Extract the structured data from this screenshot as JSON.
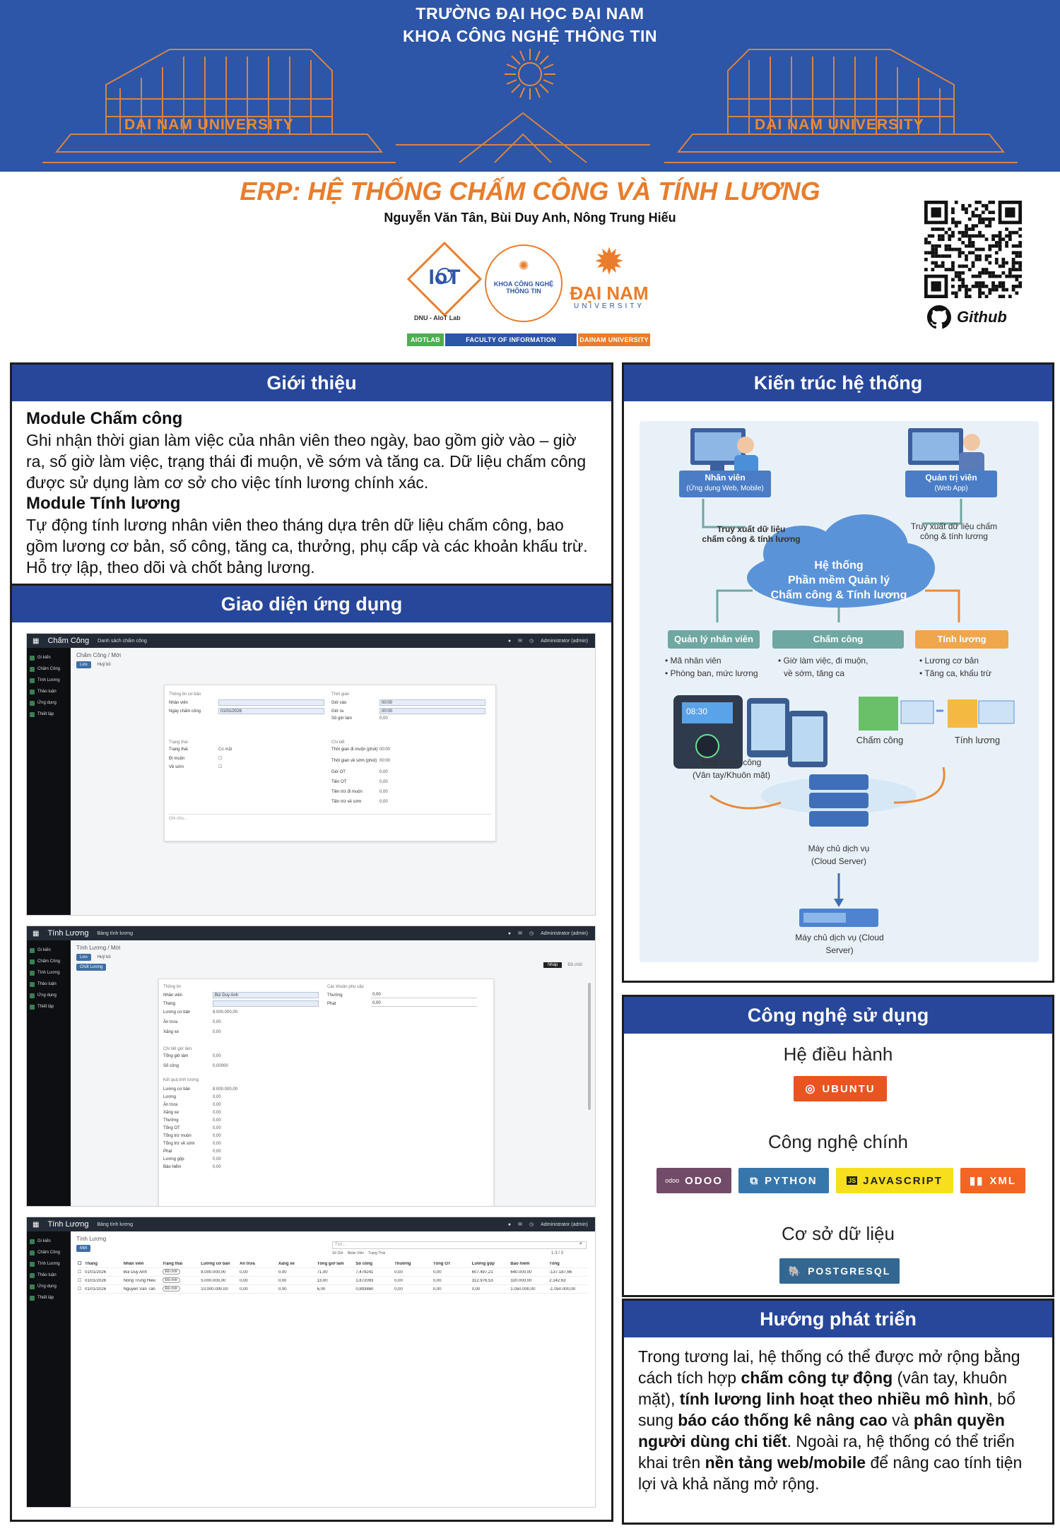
{
  "colors": {
    "banner_blue": "#2d55a8",
    "accent_orange": "#e97d2c",
    "panel_header_blue": "#27479a"
  },
  "header": {
    "school": "TRƯỜNG ĐẠI HỌC ĐẠI NAM",
    "faculty": "KHOA CÔNG NGHỆ THÔNG TIN",
    "univ_left": "DAI NAM UNIVERSITY",
    "univ_right": "DAI NAM UNIVERSITY"
  },
  "title": {
    "main": "ERP: HỆ THỐNG CHẤM CÔNG VÀ TÍNH LƯƠNG",
    "authors": "Nguyễn Văn Tân, Bùi Duy Anh, Nông Trung Hiếu"
  },
  "logos": {
    "iot_caption": "DNU - AIoT Lab",
    "faculty_logo_line1": "KHOA CÔNG NGHỆ",
    "faculty_logo_line2": "THÔNG TIN",
    "dainam_text": "ĐẠI NAM",
    "dainam_sub": "UNIVERSITY",
    "badge_aiotlab": "AIOTLAB",
    "badge_fit": "FACULTY OF INFORMATION TECHNOLOGY",
    "badge_dnu": "DAINAM UNIVERSITY"
  },
  "github": {
    "label": "Github",
    "icon": "github-icon"
  },
  "intro": {
    "heading": "Giới thiệu",
    "module1_title": "Module Chấm công",
    "module1_text": "Ghi nhận thời gian làm việc của nhân viên theo ngày, bao gồm giờ vào – giờ ra, số giờ làm việc, trạng thái đi muộn, về sớm và tăng ca. Dữ liệu chấm công được sử dụng làm cơ sở cho việc tính lương chính xác.",
    "module2_title": "Module Tính lương",
    "module2_text": "Tự động tính lương nhân viên theo tháng dựa trên dữ liệu chấm công, bao gồm lương cơ bản, số công, tăng ca, thưởng, phụ cấp và các khoản khấu trừ. Hỗ trợ lập, theo dõi và chốt bảng lương."
  },
  "ui": {
    "heading": "Giao diện ứng dụng",
    "sidebar": [
      "Gi kiến",
      "Chấm Công",
      "Tính Lương",
      "Thảo luận",
      "Ứng dụng",
      "Thiết lập"
    ],
    "topbar_right": "Administrator (admin)",
    "app1": {
      "app_name": "Chấm Công",
      "menu": "Danh sách chấm công",
      "crumb": "Chấm Công / Mới",
      "btn_save": "Lưu",
      "btn_discard": "Huỷ bỏ",
      "sec_basic": "Thông tin cơ bản",
      "sec_time": "Thời gian",
      "lbl_employee": "Nhân viên",
      "lbl_date": "Ngày chấm công",
      "val_date": "01/01/2026",
      "lbl_in": "Giờ vào",
      "val_in": "00:00",
      "lbl_out": "Giờ ra",
      "val_out": "00:00",
      "lbl_hours": "Số giờ làm",
      "val_hours": "0,00",
      "sec_status": "Trạng thái",
      "sec_detail": "Chi tiết",
      "lbl_state": "Trạng thái",
      "val_state": "Có mặt",
      "lbl_late": "Đi muộn",
      "lbl_early": "Về sớm",
      "lbl_late_min": "Thời gian đi muộn (phút)",
      "val_late_min": "00:00",
      "lbl_early_min": "Thời gian về sớm (phút)",
      "val_early_min": "00:00",
      "lbl_ot": "Giờ OT",
      "val_ot": "0,00",
      "lbl_ot_money": "Tiền OT",
      "val_ot_money": "0,00",
      "lbl_late_fee": "Tiền trừ đi muộn",
      "val_late_fee": "0,00",
      "lbl_early_fee": "Tiền trừ về sớm",
      "val_early_fee": "0,00",
      "note_placeholder": "Ghi chú..."
    },
    "app2": {
      "app_name": "Tính Lương",
      "menu": "Bảng tính lương",
      "crumb": "Tính Lương / Mới",
      "btn_save": "Lưu",
      "btn_discard": "Huỷ bỏ",
      "btn_confirm": "Chốt Lương",
      "status_draft": "Nháp",
      "status_done": "Đã chốt",
      "sec_info": "Thông tin",
      "sec_bonus": "Các khoản phụ cấp",
      "lbl_employee": "Nhân viên",
      "val_employee": "Bùi Duy Anh",
      "lbl_month": "Tháng",
      "lbl_base": "Lương cơ bản",
      "val_base": "8.000.000,00",
      "lbl_lunch": "Ăn trưa",
      "val_lunch": "0,00",
      "lbl_fuel": "Xăng xe",
      "val_fuel": "0,00",
      "lbl_bonus": "Thưởng",
      "val_bonus": "0,00",
      "lbl_fine": "Phạt",
      "val_fine": "0,00",
      "sec_work": "Chi tiết giờ làm",
      "lbl_total_hours": "Tổng giờ làm",
      "val_total_hours": "0,00",
      "lbl_workdays": "Số công",
      "val_workdays": "0,00000",
      "sec_result": "Kết quả tính lương",
      "r_labels": [
        "Lương cơ bản",
        "Lương",
        "Ăn trưa",
        "Xăng xe",
        "Thưởng",
        "Tổng OT",
        "Tổng trừ muộn",
        "Tổng trừ về sớm",
        "Phạt",
        "Lương gộp",
        "Bảo hiểm"
      ],
      "r_values": [
        "8.000.000,00",
        "0,00",
        "0,00",
        "0,00",
        "0,00",
        "0,00",
        "0,00",
        "0,00",
        "0,00",
        "0,00",
        "0,00"
      ]
    },
    "app3": {
      "app_name": "Tính Lương",
      "menu": "Bảng tính lương",
      "crumb": "Tính Lương",
      "btn_new": "Mới",
      "search_placeholder": "Tìm...",
      "pager": "1-3 / 3",
      "filters": [
        "Số Giờ",
        "Nhân Viên",
        "Trạng Thái"
      ],
      "headers": [
        "Tháng",
        "Nhân viên",
        "Trạng thái",
        "Lương cơ bản",
        "Ăn trưa",
        "Xăng xe",
        "Tổng giờ làm",
        "Số công",
        "Thưởng",
        "Tổng OT",
        "Lương gộp",
        "Bảo hiểm",
        "Tổng"
      ],
      "rows": [
        [
          "01/01/2026",
          "Bùi Duy Anh",
          "Đã chốt",
          "8.000.000,00",
          "0,00",
          "0,00",
          "71,00",
          "7,479241",
          "0,00",
          "0,00",
          "607.497,21",
          "640.000,00",
          "-137.187,66"
        ],
        [
          "01/01/2026",
          "Nông Trung Hiếu",
          "Đã chốt",
          "5.000.000,00",
          "0,00",
          "0,00",
          "13,00",
          "1,872093",
          "0,00",
          "0,00",
          "312.976,53",
          "320.000,00",
          "2.142.63"
        ],
        [
          "01/01/2026",
          "Nguyễn Văn Tân",
          "Đã chốt",
          "10.000.000,00",
          "0,00",
          "0,00",
          "6,00",
          "0,893860",
          "0,00",
          "0,00",
          "0,00",
          "1.050.000,00",
          "-1.050.000,00"
        ]
      ]
    }
  },
  "arch": {
    "heading": "Kiến trúc hệ thống",
    "employee_title": "Nhân viên",
    "employee_sub": "(Ứng dụng Web, Mobile)",
    "admin_title": "Quản trị viên",
    "admin_sub": "(Web App)",
    "left_flow_1": "Truy xuất  dữ liệu",
    "left_flow_2": "chấm công & tính lương",
    "right_flow_1": "Truy xuất dữ liệu chấm",
    "right_flow_2": "công & tính lương",
    "cloud_1": "Hệ thống",
    "cloud_2": "Phần mềm Quản lý",
    "cloud_3": "Chấm công & Tính lương",
    "m1": "Quản lý nhân viên",
    "m2": "Chấm công",
    "m3": "Tính lương",
    "m1_b1": "• Mã nhân viên",
    "m1_b2": "• Phòng ban, mức lương",
    "m2_b1": "• Giờ làm việc, đi muộn,",
    "m2_b2": "về sớm, tăng ca",
    "m3_b1": "• Lương cơ bản",
    "m3_b2": "• Tăng ca, khấu trừ",
    "device_1": "Máy chấm công",
    "device_2": "(Vân tay/Khuôn mặt)",
    "device_clock": "08:30",
    "mod_left": "Chấm công",
    "mod_right": "Tính lương",
    "db_1": "Máy chủ dịch vụ",
    "db_2": "(Cloud Server)",
    "srv_1": "Máy chủ dịch vụ (Cloud",
    "srv_2": "Server)"
  },
  "tech": {
    "heading": "Công nghệ sử dụng",
    "os_title": "Hệ điều hành",
    "os_chip": "UBUNTU",
    "main_title": "Công nghệ chính",
    "odoo": "ODOO",
    "odoo_small": "odoo",
    "python": "PYTHON",
    "js": "JAVASCRIPT",
    "js_icon": "JS",
    "xml": "XML",
    "db_title": "Cơ sở dữ liệu",
    "db_chip": "POSTGRESQL"
  },
  "future": {
    "heading": "Hướng phát triển",
    "t1": "Trong tương lai, hệ thống có thể được mở rộng bằng cách tích hợp ",
    "b1": "chấm công tự động",
    "t2": " (vân tay, khuôn mặt), ",
    "b2": "tính lương linh hoạt theo nhiều mô hình",
    "t3": ", bổ sung ",
    "b3": "báo cáo thống kê nâng cao",
    "t4": " và ",
    "b4": "phân quyền người dùng chi tiết",
    "t5": ". Ngoài ra, hệ thống có thể triển khai trên ",
    "b5": "nền tảng web/mobile",
    "t6": " để nâng cao tính tiện lợi và khả năng mở rộng."
  }
}
